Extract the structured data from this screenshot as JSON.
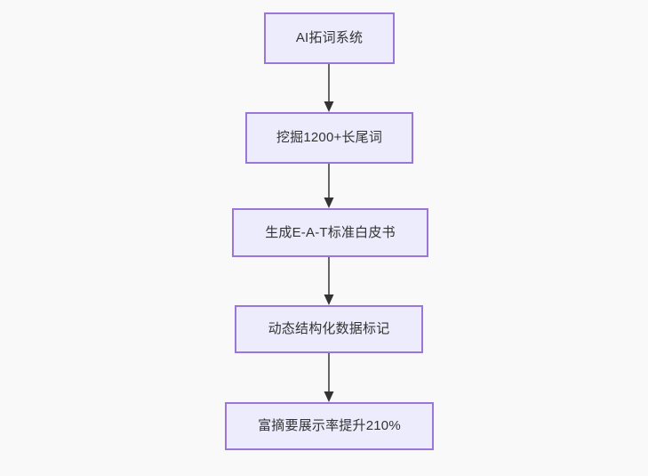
{
  "diagram": {
    "type": "flowchart",
    "direction": "top-to-bottom",
    "background_color": "#f9f9fa",
    "node_fill_color": "#ececfd",
    "node_border_color": "#9a76d8",
    "node_text_color": "#333333",
    "edge_line_color": "#666666",
    "edge_arrow_color": "#333333",
    "nodes": [
      {
        "id": "n1",
        "label": "AI拓词系统"
      },
      {
        "id": "n2",
        "label": "挖掘1200+长尾词"
      },
      {
        "id": "n3",
        "label": "生成E-A-T标准白皮书"
      },
      {
        "id": "n4",
        "label": "动态结构化数据标记"
      },
      {
        "id": "n5",
        "label": "富摘要展示率提升210%"
      }
    ],
    "edges": [
      {
        "from": "n1",
        "to": "n2"
      },
      {
        "from": "n2",
        "to": "n3"
      },
      {
        "from": "n3",
        "to": "n4"
      },
      {
        "from": "n4",
        "to": "n5"
      }
    ]
  }
}
